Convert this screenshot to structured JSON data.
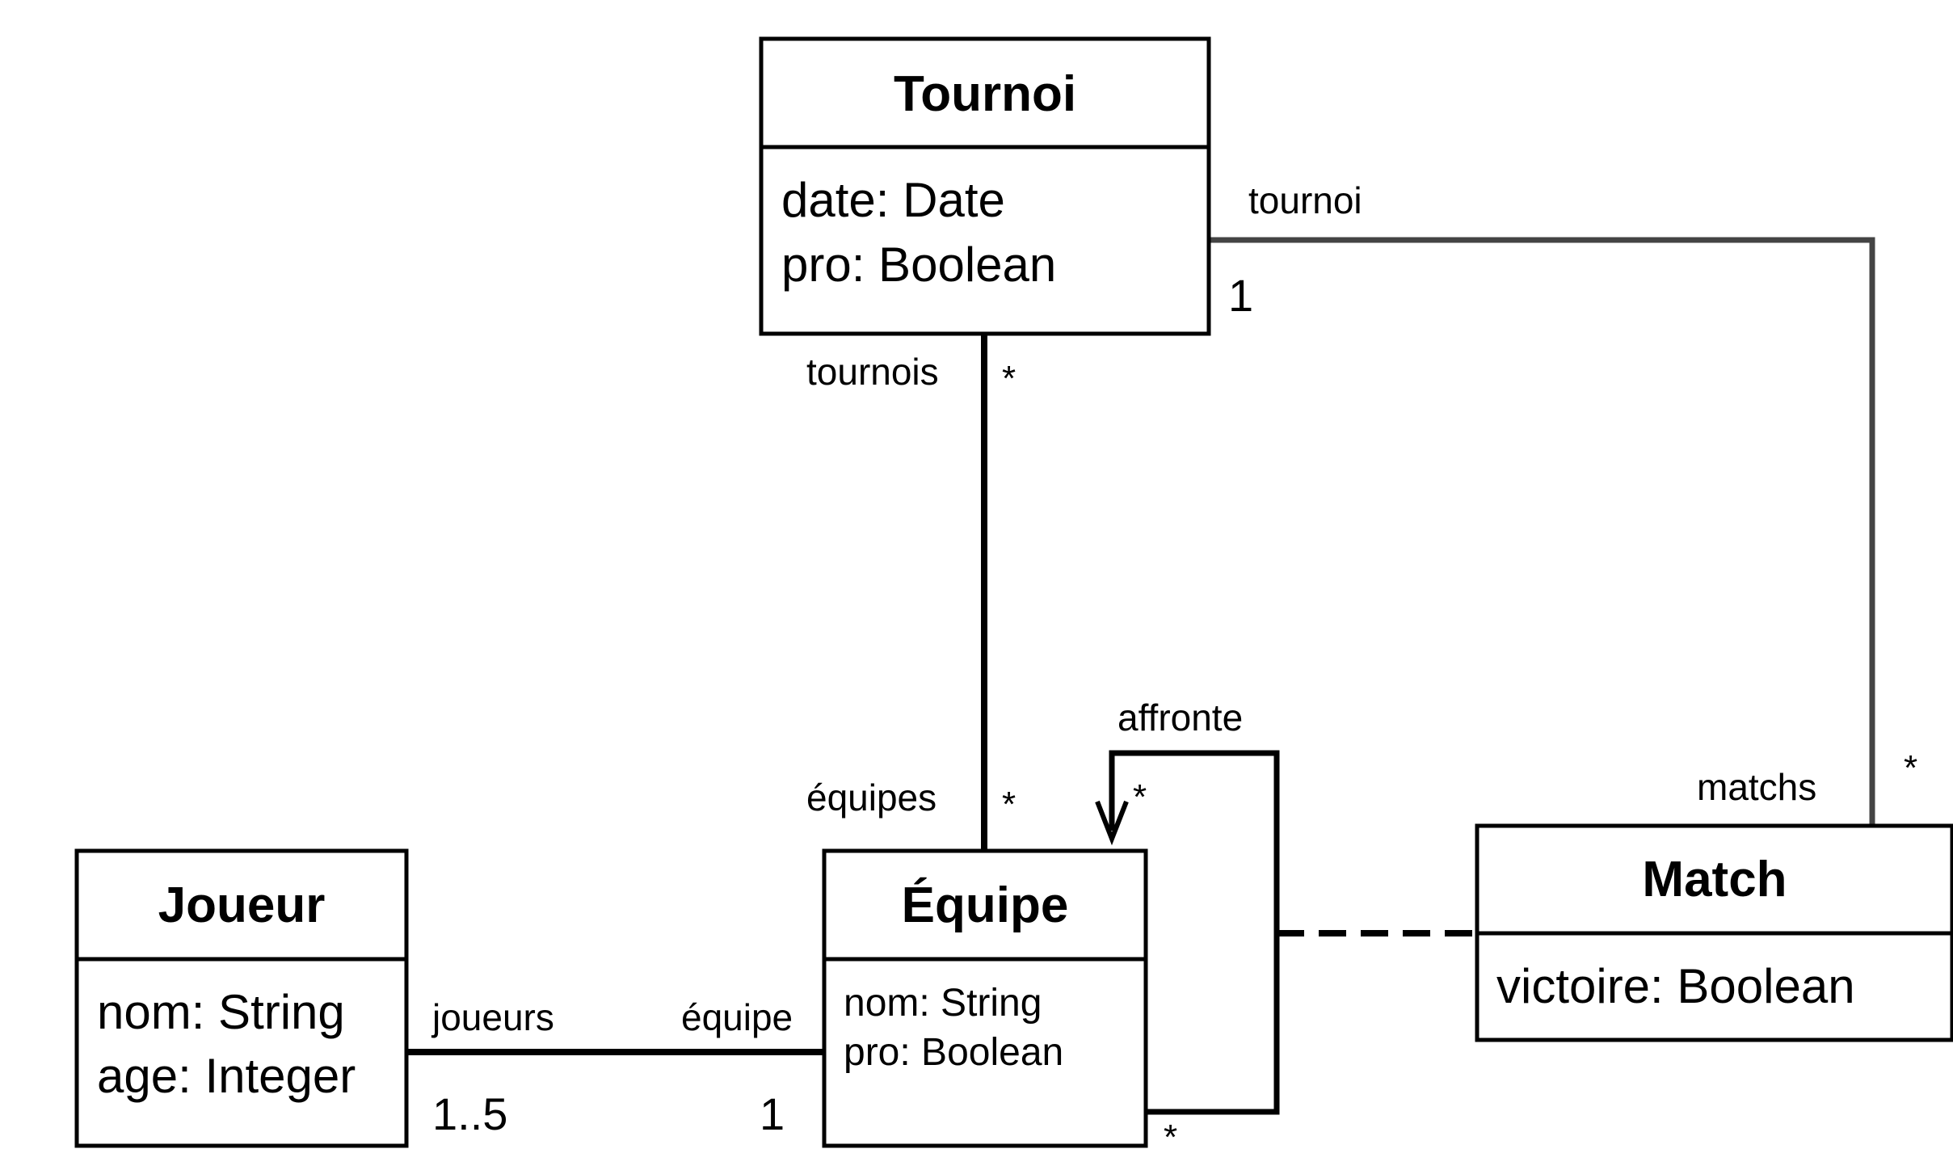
{
  "classes": {
    "tournoi": {
      "name": "Tournoi",
      "attributes": [
        "date: Date",
        "pro: Boolean"
      ]
    },
    "equipe": {
      "name": "Équipe",
      "attributes": [
        "nom: String",
        "pro: Boolean"
      ]
    },
    "joueur": {
      "name": "Joueur",
      "attributes": [
        "nom: String",
        "age: Integer"
      ]
    },
    "match": {
      "name": "Match",
      "attributes": [
        "victoire: Boolean"
      ]
    }
  },
  "associations": {
    "tournoi_equipe": {
      "end_tournoi_role": "tournois",
      "end_tournoi_mult": "*",
      "end_equipe_role": "équipes",
      "end_equipe_mult": "*"
    },
    "tournoi_match": {
      "end_tournoi_role": "tournoi",
      "end_tournoi_mult": "1",
      "end_match_role": "matchs",
      "end_match_mult": "*"
    },
    "joueur_equipe": {
      "end_joueur_role": "joueurs",
      "end_joueur_mult": "1..5",
      "end_equipe_role": "équipe",
      "end_equipe_mult": "1"
    },
    "affronte": {
      "name": "affronte",
      "end_top_mult": "*",
      "end_bottom_mult": "*"
    }
  },
  "colors": {
    "line": "#000000",
    "gray_line": "#444444",
    "box_fill": "#ffffff"
  }
}
